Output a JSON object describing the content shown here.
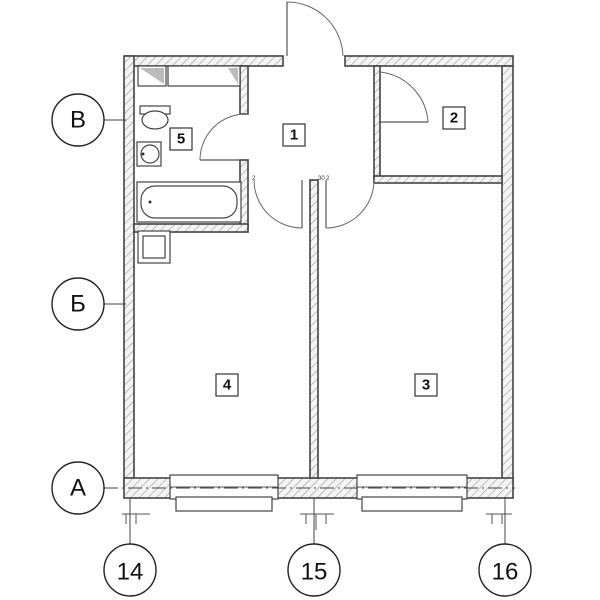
{
  "rooms": {
    "r1": "1",
    "r2": "2",
    "r3": "3",
    "r4": "4",
    "r5": "5"
  },
  "axes": {
    "row_v": "В",
    "row_b": "Б",
    "row_a": "А",
    "col_14": "14",
    "col_15": "15",
    "col_16": "16"
  },
  "marks": {
    "door_wall_left": "2",
    "door_wall_right_a": "30",
    "door_wall_right_b": "2"
  }
}
